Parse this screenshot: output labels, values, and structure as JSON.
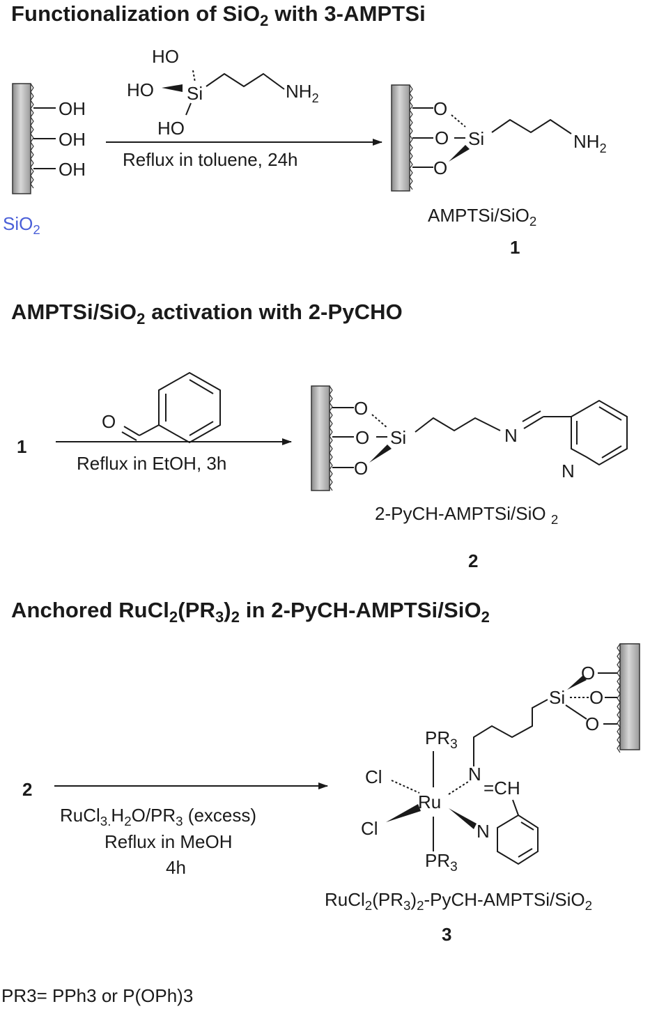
{
  "sections": [
    {
      "title_main": "Functionalization of SiO",
      "title_sub": "2",
      "title_tail": " with 3-AMPTSi"
    },
    {
      "title_main": "AMPTSi/SiO",
      "title_sub": "2",
      "title_tail": " activation with 2-PyCHO"
    },
    {
      "title_main": "Anchored RuCl",
      "title_sub": "2",
      "title_mid": "(PR",
      "title_sub2": "3",
      "title_mid2": ")",
      "title_sub3": "2",
      "title_tail": " in 2-PyCH-AMPTSi/SiO",
      "title_sub4": "2"
    }
  ],
  "reaction1": {
    "support_groups": [
      "OH",
      "OH",
      "OH"
    ],
    "support_label": "SiO",
    "support_label_sub": "2",
    "reagent_atoms": {
      "ho_top": "HO",
      "ho_left": "HO",
      "ho_bottom": "HO",
      "si": "Si",
      "nh2": "NH",
      "nh2_sub": "2"
    },
    "condition": "Reflux in toluene, 24h",
    "product_atoms": {
      "o1": "O",
      "o2": "O",
      "o3": "O",
      "si": "Si",
      "nh2": "NH",
      "nh2_sub": "2"
    },
    "product_name": "AMPTSi/SiO",
    "product_name_sub": "2",
    "product_number": "1"
  },
  "reaction2": {
    "start_number": "1",
    "reagent_atoms": {
      "o": "O"
    },
    "condition": "Reflux in EtOH, 3h",
    "product_atoms": {
      "o1": "O",
      "o2": "O",
      "o3": "O",
      "si": "Si",
      "n_imine": "N",
      "n_py": "N"
    },
    "product_name": "2-PyCH-AMPTSi/SiO ",
    "product_name_sub": "2",
    "product_number": "2"
  },
  "reaction3": {
    "start_number": "2",
    "conditions": {
      "line1_a": "RuCl",
      "line1_sub": "3.",
      "line1_b": "H",
      "line1_sub2": "2",
      "line1_c": "O/PR",
      "line1_sub3": "3",
      "line1_d": " (excess)",
      "line2": "Reflux in MeOH",
      "line3": "4h"
    },
    "product_atoms": {
      "pr3_top": "PR",
      "pr3_top_sub": "3",
      "pr3_bottom": "PR",
      "pr3_bottom_sub": "3",
      "cl1": "Cl",
      "cl2": "Cl",
      "ru": "Ru",
      "n_imine": "N",
      "ch": "=CH",
      "n_py": "N",
      "si": "Si",
      "o1": "O",
      "o2": "O",
      "o3": "O"
    },
    "product_name_parts": [
      "RuCl",
      "2",
      "(PR",
      "3",
      ")",
      "2",
      "-PyCH-AMPTSi/SiO",
      "2"
    ],
    "product_number": "3"
  },
  "footnote": "PR3= PPh3 or P(OPh)3",
  "colors": {
    "text": "#1a1a1a",
    "support_label": "#4a5fd8",
    "support_fill": "#b8b8b8"
  }
}
